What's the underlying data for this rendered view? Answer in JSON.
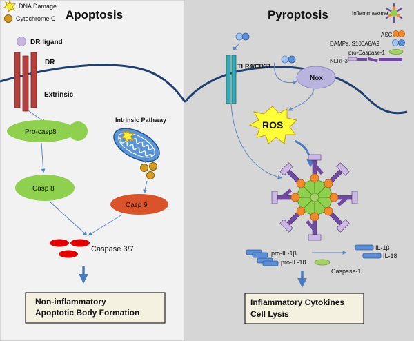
{
  "legend": {
    "dna_damage": "DNA Damage",
    "cytochrome_c": "Cytochrome C"
  },
  "apoptosis": {
    "title": "Apoptosis",
    "dr_ligand": "DR ligand",
    "dr": "DR",
    "extrinsic": "Extrinsic",
    "intrinsic": "Intrinsic Pathway",
    "pro_casp8": "Pro-casp8",
    "casp8": "Casp 8",
    "casp9": "Casp 9",
    "caspase37": "Caspase 3/7",
    "outcome_line1": "Non-inflammatory",
    "outcome_line2": "Apoptotic Body Formation"
  },
  "pyroptosis": {
    "title": "Pyroptosis",
    "tlr": "TLR4/CD33",
    "nox": "Nox",
    "ros": "ROS",
    "inflammasome": "Inflammasome",
    "asc": "ASC",
    "damps": "DAMPs, S100A8/A9",
    "pro_caspase1": "pro-Caspase-1",
    "nlrp3": "NLRP3",
    "pro_il1b": "pro-IL-1β",
    "pro_il18": "pro-IL-18",
    "il1b": "IL-1β",
    "il18": "IL-18",
    "caspase1": "Caspase-1",
    "outcome_line1": "Inflammatory Cytokines",
    "outcome_line2": "Cell Lysis"
  },
  "colors": {
    "left_bg": "#f2f2f2",
    "right_bg": "#d6d6d6",
    "green": "#8fd14f",
    "orange_node": "#d9542b",
    "caspase37": "#e00000",
    "receptor_red": "#b5413f",
    "tlr_teal": "#35a9b5",
    "nox_lav": "#b9b4de",
    "ros_yellow": "#ffff3a",
    "mito_blue": "#5b95d6",
    "arrow_blue": "#4a7cc2",
    "nlrp3_purple": "#6f4a9e",
    "asc_orange": "#f08a2c",
    "il_blue": "#5c8fd8",
    "outcome_box": "#f5f1e1"
  }
}
